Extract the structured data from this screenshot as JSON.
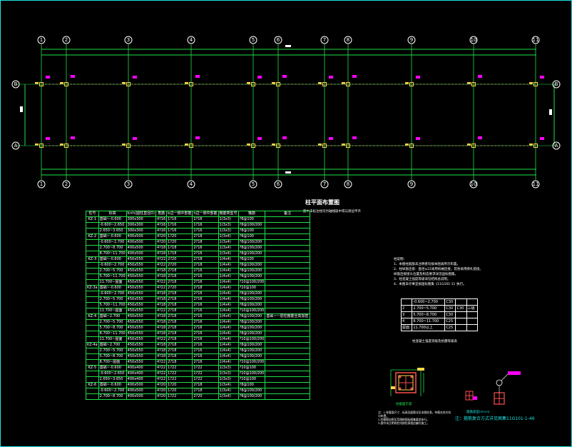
{
  "axes": {
    "columns": [
      "1",
      "2",
      "3",
      "4",
      "5",
      "6",
      "7",
      "8",
      "9",
      "10",
      "11"
    ],
    "rows": [
      "B",
      "A"
    ]
  },
  "drawing_title": "柱平面布置图",
  "drawing_subtitle": "图中未标注柱均为轴线居中或与梁边平齐",
  "table": {
    "headers": [
      "柱号",
      "标高",
      "b×h(圆柱直径D)",
      "角筋",
      "b边一侧中部筋",
      "h边一侧中部筋",
      "箍筋类型号",
      "箍筋",
      "备注"
    ],
    "rows": [
      [
        "KZ-1",
        "基础~-0.600",
        "300x300",
        "4?16",
        "1?16",
        "1?16",
        "1(3x3)",
        "?8@100",
        ""
      ],
      [
        "",
        "-0.600~2.650",
        "300x300",
        "4?16",
        "1?16",
        "1?16",
        "1(3x3)",
        "?8@100/200",
        ""
      ],
      [
        "",
        "2.650~3.650",
        "300x300",
        "4?16",
        "1?16",
        "1?16",
        "1(3x3)",
        "?8@100",
        ""
      ],
      [
        "KZ-2",
        "基础~-0.600",
        "400x500",
        "4?20",
        "1?20",
        "2?18",
        "1(3x4)",
        "?8@100",
        ""
      ],
      [
        "",
        "-0.600~2.700",
        "400x500",
        "4?20",
        "1?20",
        "2?18",
        "1(3x4)",
        "?8@100/200",
        ""
      ],
      [
        "",
        "2.700~8.700",
        "400x500",
        "4?18",
        "1?18",
        "2?16",
        "1(3x4)",
        "?8@100/200",
        ""
      ],
      [
        "",
        "8.700~11.700",
        "400x500",
        "4?18",
        "1?18",
        "2?16",
        "1(3x4)",
        "?8@100/200",
        ""
      ],
      [
        "KZ-3",
        "基础~-0.600",
        "450x550",
        "4?22",
        "2?20",
        "2?18",
        "1(4x4)",
        "?8@100",
        ""
      ],
      [
        "",
        "-0.600~2.700",
        "450x550",
        "4?22",
        "2?20",
        "2?18",
        "1(4x4)",
        "?8@100/200",
        ""
      ],
      [
        "",
        "2.700~5.700",
        "450x550",
        "4?18",
        "2?18",
        "2?16",
        "1(4x4)",
        "?8@100/200",
        ""
      ],
      [
        "",
        "5.700~11.700",
        "450x550",
        "4?18",
        "2?18",
        "2?16",
        "1(4x4)",
        "?8@100/200",
        ""
      ],
      [
        "",
        "11.700~屋面",
        "450x550",
        "4?22",
        "2?18",
        "2?16",
        "1(4x4)",
        "?10@100/200",
        ""
      ],
      [
        "KZ-3a",
        "基础~-0.600",
        "450x550",
        "4?22",
        "2?20",
        "2?18",
        "1(4x4)",
        "?10@100",
        ""
      ],
      [
        "",
        "-0.600~2.700",
        "450x550",
        "4?18",
        "2?18",
        "2?16",
        "1(4x4)",
        "?8@100/200",
        ""
      ],
      [
        "",
        "2.700~5.700",
        "450x550",
        "4?18",
        "2?18",
        "2?16",
        "1(4x4)",
        "?8@100/200",
        ""
      ],
      [
        "",
        "5.700~11.700",
        "450x550",
        "4?18",
        "2?18",
        "2?16",
        "1(4x4)",
        "?8@100/200",
        ""
      ],
      [
        "",
        "11.700~屋面",
        "450x550",
        "4?22",
        "2?18",
        "2?16",
        "1(4x4)",
        "?10@100/200",
        ""
      ],
      [
        "KZ-4",
        "基础~2.700",
        "450x550",
        "4?18",
        "2?18",
        "2?16",
        "1(4x4)",
        "?8@100/200",
        "基础~一层柱箍筋全高加密"
      ],
      [
        "",
        "2.700~5.700",
        "450x550",
        "4?18",
        "2?18",
        "2?16",
        "1(4x4)",
        "?8@100/200",
        ""
      ],
      [
        "",
        "5.700~8.700",
        "450x550",
        "4?18",
        "2?18",
        "2?16",
        "1(4x4)",
        "?8@100/200",
        ""
      ],
      [
        "",
        "8.700~11.700",
        "450x550",
        "4?18",
        "2?18",
        "2?16",
        "1(4x4)",
        "?8@100/200",
        ""
      ],
      [
        "",
        "11.700~屋面",
        "450x550",
        "4?22",
        "2?18",
        "2?16",
        "1(4x4)",
        "?10@100/200",
        ""
      ],
      [
        "KZ-4a",
        "基础~2.700",
        "450x550",
        "4?18",
        "2?18",
        "2?16",
        "1(4x4)",
        "?8@100/200",
        ""
      ],
      [
        "",
        "2.700~5.700",
        "450x550",
        "4?18",
        "2?18",
        "2?16",
        "1(4x4)",
        "?8@100/200",
        ""
      ],
      [
        "",
        "5.700~8.700",
        "450x550",
        "4?18",
        "2?18",
        "2?16",
        "1(4x4)",
        "?8@100/200",
        ""
      ],
      [
        "",
        "8.700~屋面",
        "450x550",
        "4?22",
        "2?18",
        "2?16",
        "1(4x4)",
        "?10@100/200",
        ""
      ],
      [
        "KZ-5",
        "基础~-0.600",
        "400x400",
        "4?22",
        "1?22",
        "1?22",
        "1(3x3)",
        "?10@100",
        ""
      ],
      [
        "",
        "-0.600~2.650",
        "400x400",
        "4?22",
        "1?22",
        "1?22",
        "1(3x3)",
        "?10@100/200",
        ""
      ],
      [
        "",
        "2.650~3.650",
        "400x400",
        "4?22",
        "1?22",
        "1?22",
        "1(3x3)",
        "?10@100",
        ""
      ],
      [
        "KZ-6",
        "基础~-0.600",
        "400x500",
        "4?20",
        "1?20",
        "2?18",
        "1(3x4)",
        "?8@100",
        ""
      ],
      [
        "",
        "-0.600~2.700",
        "400x500",
        "4?20",
        "1?20",
        "2?18",
        "1(3x4)",
        "?8@100/200",
        ""
      ],
      [
        "",
        "2.700~8.700",
        "400x500",
        "4?20",
        "1?22",
        "2?20",
        "1(3x4)",
        "?8@100/200",
        ""
      ]
    ]
  },
  "notes": {
    "title": "柱说明：",
    "lines": [
      "1、本图柱箍筋未注明者均按本图表所示布置。",
      "2、柱纵筋连接：直径≥22采用机械连接，其余采用绑扎搭接。",
      "   纵筋连接接头位置及构造要求详见国标图集。",
      "3、柱混凝土强度等级详见结构总说明。",
      "4、本图未尽事宜按国标图集《11G101-1》执行。"
    ]
  },
  "small_table": {
    "caption": "柱混凝土强度等级及抗震等级表",
    "rows": [
      [
        "",
        "-0.600~2.700",
        "C30",
        "",
        ""
      ],
      [
        "2",
        "2.700~5.700",
        "C30",
        "C30",
        "三级"
      ],
      [
        "3",
        "5.700~8.700",
        "C30",
        "",
        ""
      ],
      [
        "4",
        "8.700~11.700",
        "C25",
        "",
        ""
      ],
      [
        "屋面",
        "11.700以上",
        "C25",
        "",
        ""
      ]
    ]
  },
  "detail_left_label": "柱截面示意",
  "detail_right_label": "箍筋类型(m×n)",
  "detail_note": "注：箍筋复合方式详见图集11G101-1-46",
  "bottom_notes": [
    "注：1.柱截面尺寸、标高及配筋详见本图柱表，纵筋在柱内均匀布置。",
    "2.柱箍筋加密区范围按国标图集要求执行。",
    "3.图中未注明的柱均按柱表相应编号施工。"
  ],
  "colors": {
    "frame": "#1ee0e0",
    "grid": "#1ee04a",
    "axis": "#ffffff",
    "tag": "#ff00ff",
    "beam": "#ff4d4d"
  }
}
